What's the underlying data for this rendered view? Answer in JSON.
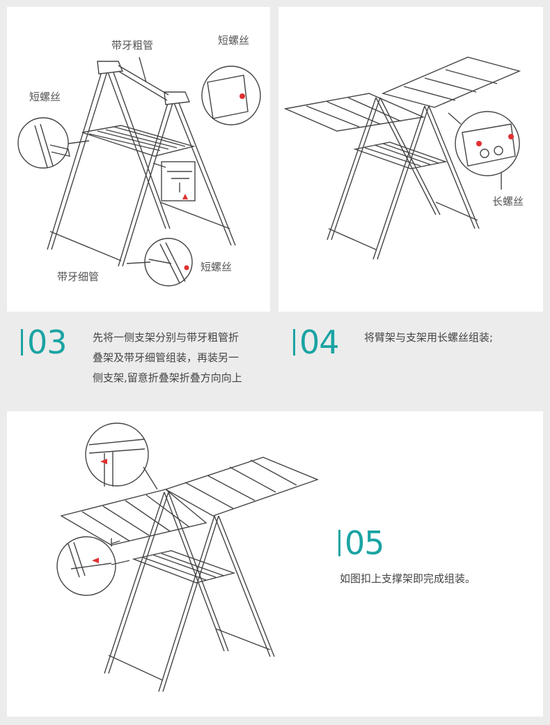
{
  "panel1": {
    "labels": {
      "thick_tube": "带牙粗管",
      "short_screw_top": "短螺丝",
      "short_screw_left": "短螺丝",
      "thin_tube": "带牙细管",
      "short_screw_bottom": "短螺丝"
    }
  },
  "panel2": {
    "labels": {
      "long_screw": "长螺丝"
    }
  },
  "step3": {
    "number": "03",
    "lines": [
      "先将一侧支架分别与带牙粗管折",
      "叠架及带牙细管组装，再装另一",
      "侧支架,留意折叠架折叠方向向上"
    ]
  },
  "step4": {
    "number": "04",
    "text": "将臂架与支架用长螺丝组装;"
  },
  "step5": {
    "number": "05",
    "text": "如图扣上支撑架即完成组装。"
  },
  "colors": {
    "accent": "#1aa3a3",
    "arrow": "#e03030"
  }
}
